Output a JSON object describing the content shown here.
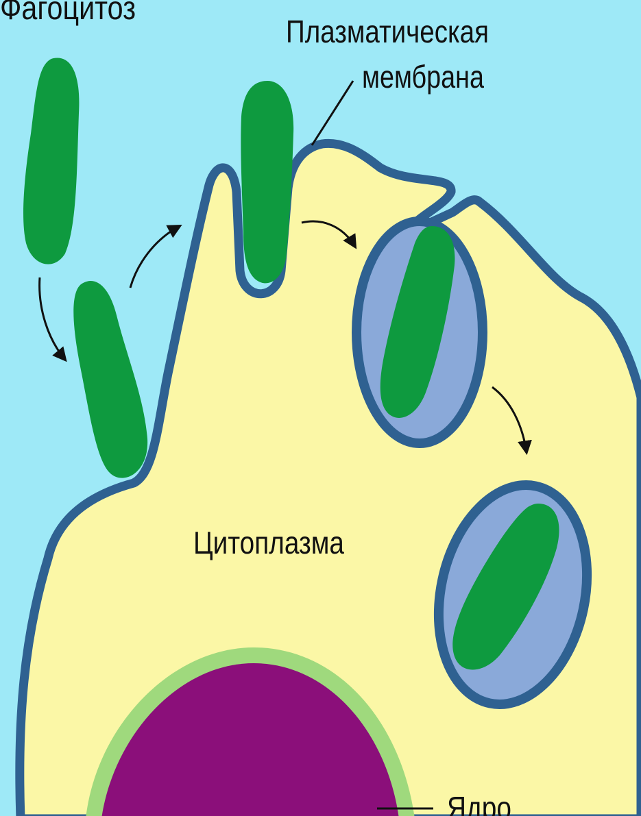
{
  "labels": {
    "title": "Фагоцитоз",
    "membrane_line1": "Плазматическая",
    "membrane_line2": "мембрана",
    "cytoplasm": "Цитоплазма",
    "nucleus": "Ядро"
  },
  "colors": {
    "background": "#9ee9f7",
    "cytoplasm": "#fbf7a6",
    "membrane": "#2f6191",
    "bacterium": "#0e9a3f",
    "vacuole_fill": "#8aa9d9",
    "nucleus": "#8b0f7a",
    "nuclear_envelope": "#9fd97d"
  }
}
